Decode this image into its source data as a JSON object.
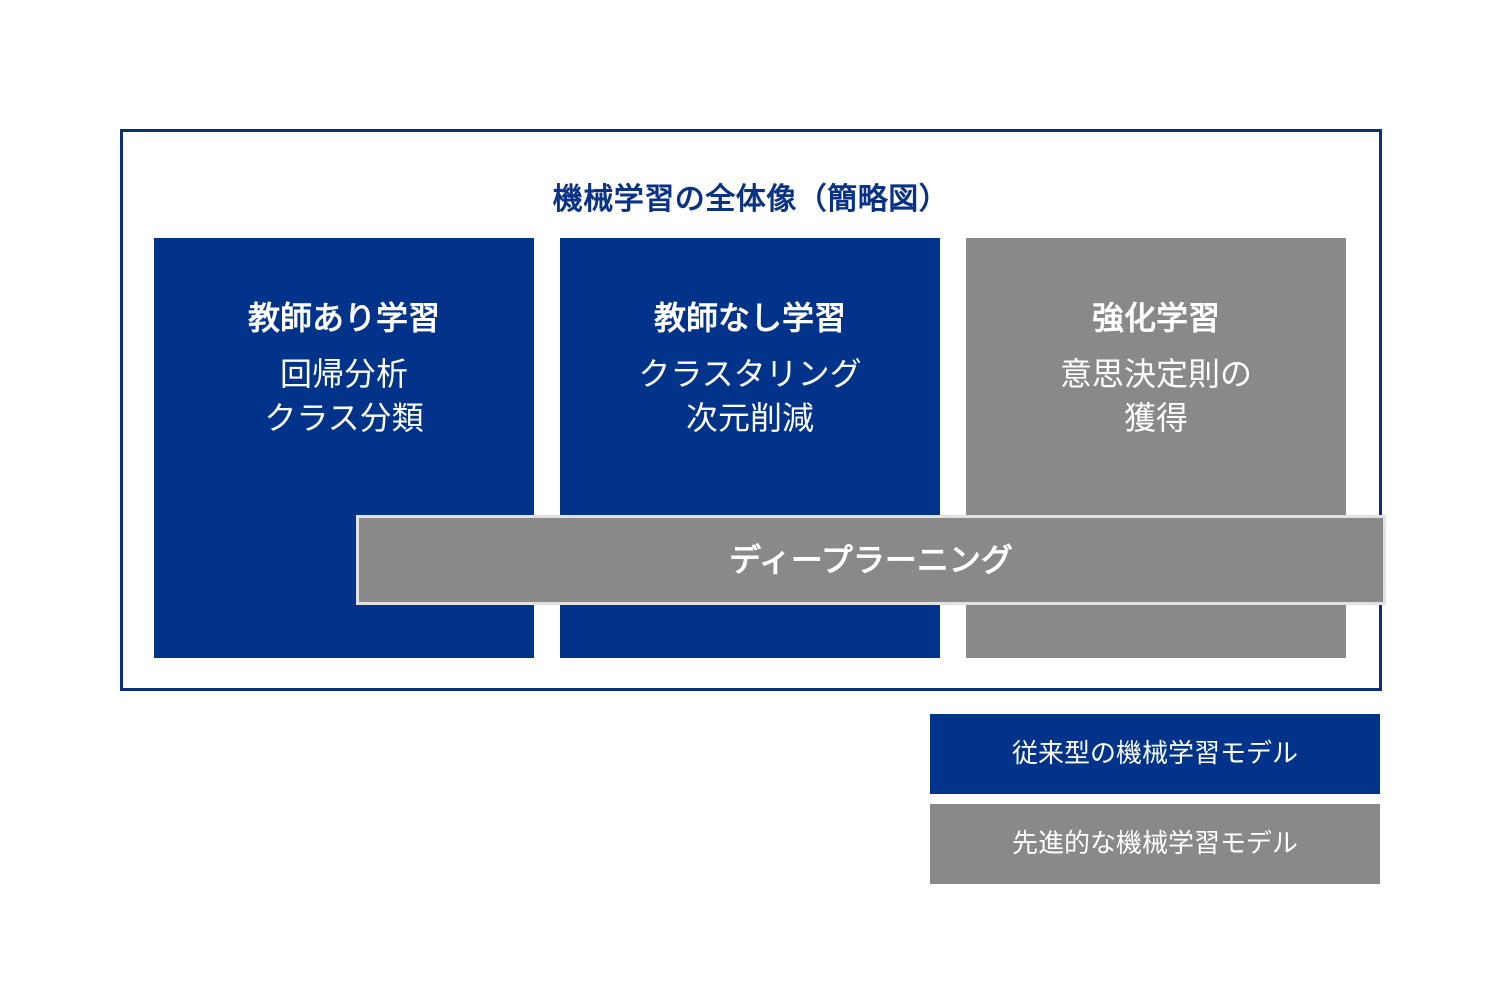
{
  "diagram": {
    "title": "機械学習の全体像（簡略図）",
    "categories": [
      {
        "heading": "教師あり学習",
        "lines": [
          "回帰分析",
          "クラス分類"
        ],
        "type": "traditional"
      },
      {
        "heading": "教師なし学習",
        "lines": [
          "クラスタリング",
          "次元削減"
        ],
        "type": "traditional"
      },
      {
        "heading": "強化学習",
        "lines": [
          "意思決定則の",
          "獲得"
        ],
        "type": "advanced"
      }
    ],
    "spanning_bar": {
      "label": "ディープラーニング",
      "type": "advanced"
    }
  },
  "legend": [
    {
      "label": "従来型の機械学習モデル",
      "color": "#01338a"
    },
    {
      "label": "先進的な機械学習モデル",
      "color": "#898989"
    }
  ],
  "colors": {
    "frame_border": "#0b2f7a",
    "title": "#0b3385",
    "traditional": "#01338a",
    "advanced": "#898989",
    "bar_border": "#e2e2e2"
  }
}
